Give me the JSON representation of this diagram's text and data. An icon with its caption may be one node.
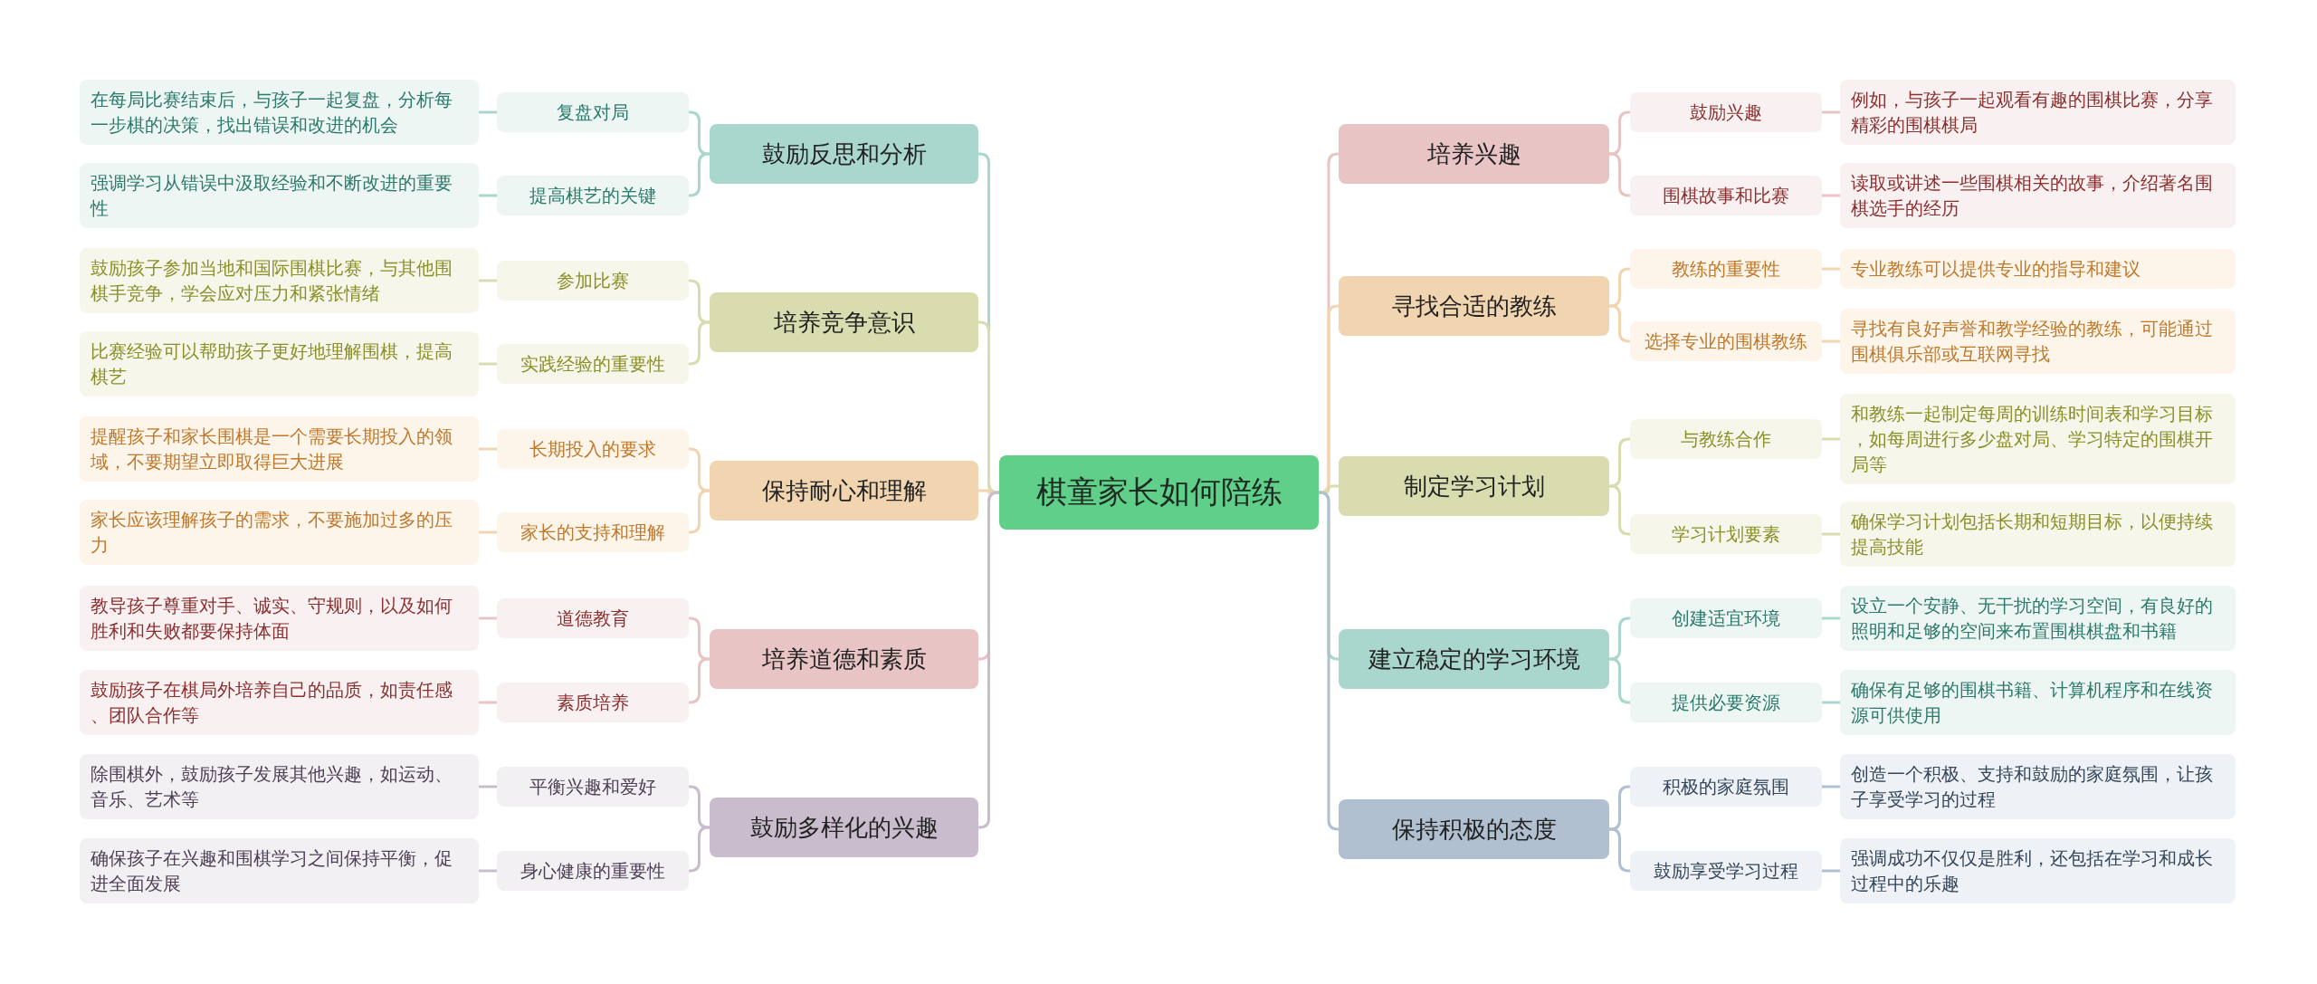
{
  "diagram": {
    "nodes": [
      {
        "text": [
          "棋童家长如何陪练"
        ]
      },
      {
        "text": [
          "鼓励反思和分析"
        ]
      },
      {
        "text": [
          "复盘对局"
        ]
      },
      {
        "text": [
          "在每局比赛结束后，与孩子一起复盘，分析每一步棋的决策，找出错误和改进的机会"
        ]
      },
      {
        "text": [
          "提高棋艺的关键"
        ]
      },
      {
        "text": [
          "强调学习从错误中汲取经验和不断改进的重要性"
        ]
      },
      {
        "text": [
          "培养竞争意识"
        ]
      },
      {
        "text": [
          "参加比赛"
        ]
      },
      {
        "text": [
          "鼓励孩子参加当地和国际围棋比赛，与其他围棋手竞争，学会应对压力和紧张情绪"
        ]
      },
      {
        "text": [
          "实践经验的重要性"
        ]
      },
      {
        "text": [
          "比赛经验可以帮助孩子更好地理解围棋，提高棋艺"
        ]
      },
      {
        "text": [
          "保持耐心和理解"
        ]
      },
      {
        "text": [
          "长期投入的要求"
        ]
      },
      {
        "text": [
          "提醒孩子和家长围棋是一个需要长期投入的领域，不要期望立即取得巨大进展"
        ]
      },
      {
        "text": [
          "家长的支持和理解"
        ]
      },
      {
        "text": [
          "家长应该理解孩子的需求，不要施加过多的压力"
        ]
      },
      {
        "text": [
          "培养道德和素质"
        ]
      },
      {
        "text": [
          "道德教育"
        ]
      },
      {
        "text": [
          "教导孩子尊重对手、诚实、守规则，以及如何胜利和失败都要保持体面"
        ]
      },
      {
        "text": [
          "素质培养"
        ]
      },
      {
        "text": [
          "鼓励孩子在棋局外培养自己的品质，如责任感、团队合作等"
        ]
      },
      {
        "text": [
          "鼓励多样化的兴趣"
        ]
      },
      {
        "text": [
          "平衡兴趣和爱好"
        ]
      },
      {
        "text": [
          "除围棋外，鼓励孩子发展其他兴趣，如运动、音乐、艺术等"
        ]
      },
      {
        "text": [
          "身心健康的重要性"
        ]
      },
      {
        "text": [
          "确保孩子在兴趣和围棋学习之间保持平衡，促进全面发展"
        ]
      },
      {
        "text": [
          "培养兴趣"
        ]
      },
      {
        "text": [
          "鼓励兴趣"
        ]
      },
      {
        "text": [
          "例如，与孩子一起观看有趣的围棋比赛，分享精彩的围棋棋局"
        ]
      },
      {
        "text": [
          "围棋故事和比赛"
        ]
      },
      {
        "text": [
          "读取或讲述一些围棋相关的故事，介绍著名围棋选手的经历"
        ]
      },
      {
        "text": [
          "寻找合适的教练"
        ]
      },
      {
        "text": [
          "教练的重要性"
        ]
      },
      {
        "text": [
          "专业教练可以提供专业的指导和建议"
        ]
      },
      {
        "text": [
          "选择专业的围棋教练"
        ]
      },
      {
        "text": [
          "寻找有良好声誉和教学经验的教练，可能通过围棋俱乐部或互联网寻找"
        ]
      },
      {
        "text": [
          "制定学习计划"
        ]
      },
      {
        "text": [
          "与教练合作"
        ]
      },
      {
        "text": [
          "和教练一起制定每周的训练时间表和学习目标，如每周进行多少盘对局、学习特定的围棋开局等"
        ]
      },
      {
        "text": [
          "学习计划要素"
        ]
      },
      {
        "text": [
          "确保学习计划包括长期和短期目标，以便持续提高技能"
        ]
      },
      {
        "text": [
          "建立稳定的学习环境"
        ]
      },
      {
        "text": [
          "创建适宜环境"
        ]
      },
      {
        "text": [
          "设立一个安静、无干扰的学习空间，有良好的照明和足够的空间来布置围棋棋盘和书籍"
        ]
      },
      {
        "text": [
          "提供必要资源"
        ]
      },
      {
        "text": [
          "确保有足够的围棋书籍、计算机程序和在线资源可供使用"
        ]
      },
      {
        "text": [
          "保持积极的态度"
        ]
      },
      {
        "text": [
          "积极的家庭氛围"
        ]
      },
      {
        "text": [
          "创造一个积极、支持和鼓励的家庭氛围，让孩子享受学习的过程"
        ]
      },
      {
        "text": [
          "鼓励享受学习过程"
        ]
      },
      {
        "text": [
          "强调成功不仅仅是胜利，还包括在学习和成长过程中的乐趣"
        ]
      }
    ],
    "edges": [
      {
        "from": 0,
        "to": 1,
        "arrow": "none",
        "color": "#a9d6cd"
      },
      {
        "from": 1,
        "to": 2,
        "arrow": "none",
        "color": "#a9d6cd"
      },
      {
        "from": 2,
        "to": 3,
        "arrow": "none",
        "color": "#a9d6cd"
      },
      {
        "from": 1,
        "to": 4,
        "arrow": "none",
        "color": "#a9d6cd"
      },
      {
        "from": 4,
        "to": 5,
        "arrow": "none",
        "color": "#a9d6cd"
      },
      {
        "from": 0,
        "to": 6,
        "arrow": "none",
        "color": "#d8dcae"
      },
      {
        "from": 6,
        "to": 7,
        "arrow": "none",
        "color": "#d8dcae"
      },
      {
        "from": 7,
        "to": 8,
        "arrow": "none",
        "color": "#d8dcae"
      },
      {
        "from": 6,
        "to": 9,
        "arrow": "none",
        "color": "#d8dcae"
      },
      {
        "from": 9,
        "to": 10,
        "arrow": "none",
        "color": "#d8dcae"
      },
      {
        "from": 0,
        "to": 11,
        "arrow": "none",
        "color": "#f1d4b0"
      },
      {
        "from": 11,
        "to": 12,
        "arrow": "none",
        "color": "#f1d4b0"
      },
      {
        "from": 12,
        "to": 13,
        "arrow": "none",
        "color": "#f1d4b0"
      },
      {
        "from": 11,
        "to": 14,
        "arrow": "none",
        "color": "#f1d4b0"
      },
      {
        "from": 14,
        "to": 15,
        "arrow": "none",
        "color": "#f1d4b0"
      },
      {
        "from": 0,
        "to": 16,
        "arrow": "none",
        "color": "#e8c4c4"
      },
      {
        "from": 16,
        "to": 17,
        "arrow": "none",
        "color": "#e8c4c4"
      },
      {
        "from": 17,
        "to": 18,
        "arrow": "none",
        "color": "#e8c4c4"
      },
      {
        "from": 16,
        "to": 19,
        "arrow": "none",
        "color": "#e8c4c4"
      },
      {
        "from": 19,
        "to": 20,
        "arrow": "none",
        "color": "#e8c4c4"
      },
      {
        "from": 0,
        "to": 21,
        "arrow": "none",
        "color": "#c9bdcd"
      },
      {
        "from": 21,
        "to": 22,
        "arrow": "none",
        "color": "#c9bdcd"
      },
      {
        "from": 22,
        "to": 23,
        "arrow": "none",
        "color": "#c9bdcd"
      },
      {
        "from": 21,
        "to": 24,
        "arrow": "none",
        "color": "#c9bdcd"
      },
      {
        "from": 24,
        "to": 25,
        "arrow": "none",
        "color": "#c9bdcd"
      },
      {
        "from": 0,
        "to": 26,
        "arrow": "none",
        "color": "#e8c4c4"
      },
      {
        "from": 26,
        "to": 27,
        "arrow": "none",
        "color": "#e8c4c4"
      },
      {
        "from": 27,
        "to": 28,
        "arrow": "none",
        "color": "#e8c4c4"
      },
      {
        "from": 26,
        "to": 29,
        "arrow": "none",
        "color": "#e8c4c4"
      },
      {
        "from": 29,
        "to": 30,
        "arrow": "none",
        "color": "#e8c4c4"
      },
      {
        "from": 0,
        "to": 31,
        "arrow": "none",
        "color": "#f1d4b0"
      },
      {
        "from": 31,
        "to": 32,
        "arrow": "none",
        "color": "#f1d4b0"
      },
      {
        "from": 32,
        "to": 33,
        "arrow": "none",
        "color": "#f1d4b0"
      },
      {
        "from": 31,
        "to": 34,
        "arrow": "none",
        "color": "#f1d4b0"
      },
      {
        "from": 34,
        "to": 35,
        "arrow": "none",
        "color": "#f1d4b0"
      },
      {
        "from": 0,
        "to": 36,
        "arrow": "none",
        "color": "#d8dcae"
      },
      {
        "from": 36,
        "to": 37,
        "arrow": "none",
        "color": "#d8dcae"
      },
      {
        "from": 37,
        "to": 38,
        "arrow": "none",
        "color": "#d8dcae"
      },
      {
        "from": 36,
        "to": 39,
        "arrow": "none",
        "color": "#d8dcae"
      },
      {
        "from": 39,
        "to": 40,
        "arrow": "none",
        "color": "#d8dcae"
      },
      {
        "from": 0,
        "to": 41,
        "arrow": "none",
        "color": "#a9d6cd"
      },
      {
        "from": 41,
        "to": 42,
        "arrow": "none",
        "color": "#a9d6cd"
      },
      {
        "from": 42,
        "to": 43,
        "arrow": "none",
        "color": "#a9d6cd"
      },
      {
        "from": 41,
        "to": 44,
        "arrow": "none",
        "color": "#a9d6cd"
      },
      {
        "from": 44,
        "to": 45,
        "arrow": "none",
        "color": "#a9d6cd"
      },
      {
        "from": 0,
        "to": 46,
        "arrow": "none",
        "color": "#b0c0d1"
      },
      {
        "from": 46,
        "to": 47,
        "arrow": "none",
        "color": "#b0c0d1"
      },
      {
        "from": 47,
        "to": 48,
        "arrow": "none",
        "color": "#b0c0d1"
      },
      {
        "from": 46,
        "to": 49,
        "arrow": "none",
        "color": "#b0c0d1"
      },
      {
        "from": 49,
        "to": 50,
        "arrow": "none",
        "color": "#b0c0d1"
      }
    ]
  }
}
